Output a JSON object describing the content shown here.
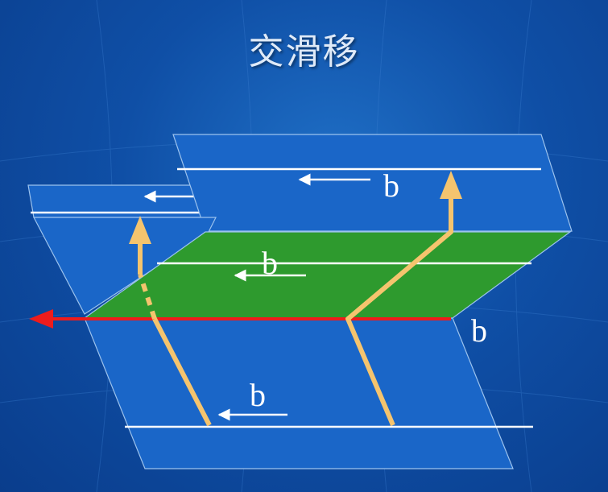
{
  "slide": {
    "title": "交滑移"
  },
  "labels": {
    "upper_plane_b": "b",
    "cross_slip_plane_b": "b",
    "intersection_b": "b",
    "lower_plane_b": "b"
  },
  "colors": {
    "background": "#1456ae",
    "plane_blue": "#1a66c8",
    "cross_slip_plane": "#2e9a2e",
    "intersection_line": "#ee1c1c",
    "dislocation_line": "#f5c46e",
    "slip_arrow": "#ffffff"
  }
}
